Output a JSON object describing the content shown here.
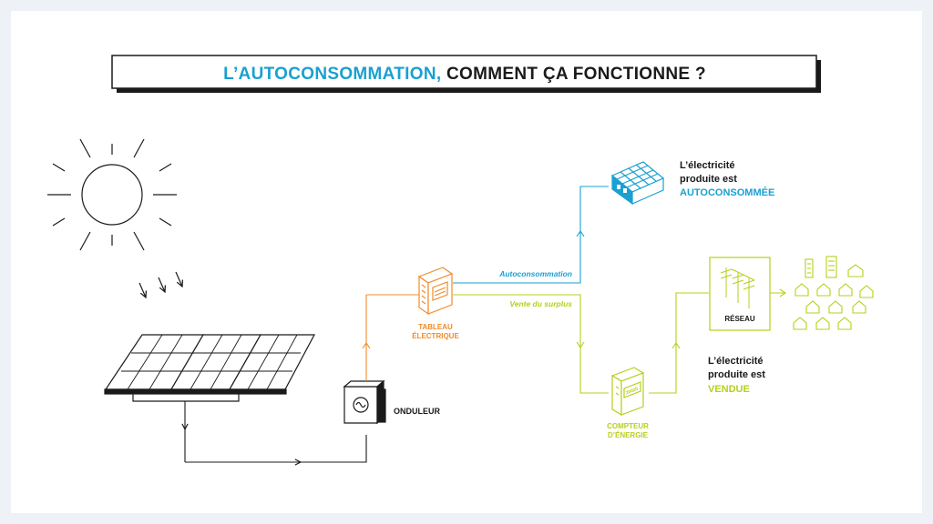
{
  "title": {
    "part1": "L’AUTOCONSOMMATION,",
    "part2": "COMMENT ÇA FONCTIONNE ?"
  },
  "colors": {
    "blue": "#1aa0d2",
    "orange": "#f08c2a",
    "lime": "#b7cf1c",
    "dark": "#1a1a1a"
  },
  "nodes": {
    "onduleur": "ONDULEUR",
    "tableau": [
      "TABLEAU",
      "ÉLECTRIQUE"
    ],
    "compteur": [
      "COMPTEUR",
      "D’ÉNERGIE"
    ],
    "reseau": "RÉSEAU"
  },
  "flows": {
    "autoconsommation": "Autoconsommation",
    "vente": "Vente du surplus"
  },
  "meter_reading": "20020",
  "captions": {
    "auto": {
      "line1": "L’électricité",
      "line2": "produite est",
      "line3": "AUTOCONSOMMÉE"
    },
    "vendue": {
      "line1": "L’électricité",
      "line2": "produite est",
      "line3": "VENDUE"
    }
  },
  "icons": [
    "sun-icon",
    "solar-panel-icon",
    "inverter-icon",
    "electrical-panel-icon",
    "energy-meter-icon",
    "grid-pylon-icon",
    "house-icon",
    "town-icon"
  ]
}
